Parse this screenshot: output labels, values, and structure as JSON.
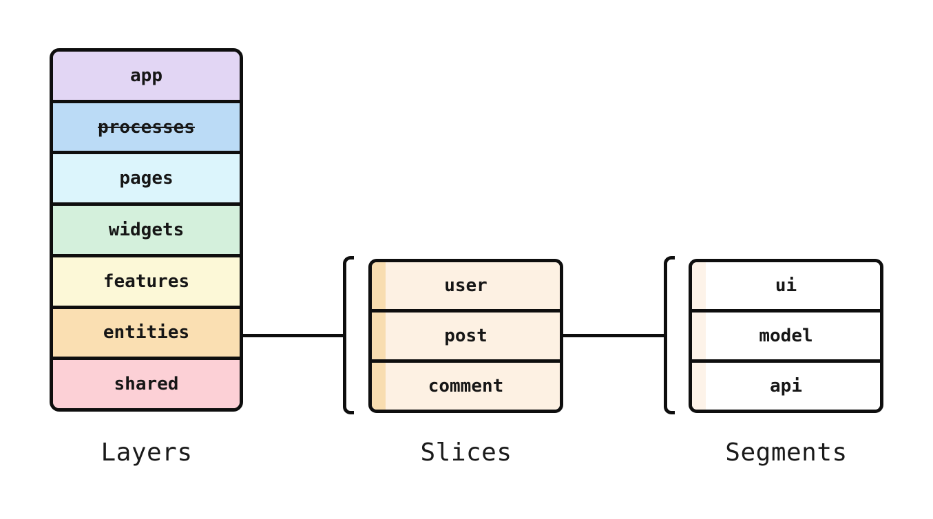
{
  "canvas": {
    "background": "#ffffff",
    "stroke_color": "#0e0e0e"
  },
  "layers": {
    "label": "Layers",
    "items": [
      {
        "label": "app",
        "color": "#e2d6f4",
        "strikethrough": false
      },
      {
        "label": "processes",
        "color": "#bbdbf6",
        "strikethrough": true
      },
      {
        "label": "pages",
        "color": "#dcf5fc",
        "strikethrough": false
      },
      {
        "label": "widgets",
        "color": "#d4f0dc",
        "strikethrough": false
      },
      {
        "label": "features",
        "color": "#fcf8d7",
        "strikethrough": false
      },
      {
        "label": "entities",
        "color": "#fadfb2",
        "strikethrough": false
      },
      {
        "label": "shared",
        "color": "#fcd0d6",
        "strikethrough": false
      }
    ]
  },
  "slices": {
    "label": "Slices",
    "body_color": "#fdf1e3",
    "stripe_color": "#f8ddb0",
    "items": [
      {
        "label": "user"
      },
      {
        "label": "post"
      },
      {
        "label": "comment"
      }
    ]
  },
  "segments": {
    "label": "Segments",
    "body_color": "#ffffff",
    "stripe_color": "#fdf3e9",
    "items": [
      {
        "label": "ui"
      },
      {
        "label": "model"
      },
      {
        "label": "api"
      }
    ]
  }
}
